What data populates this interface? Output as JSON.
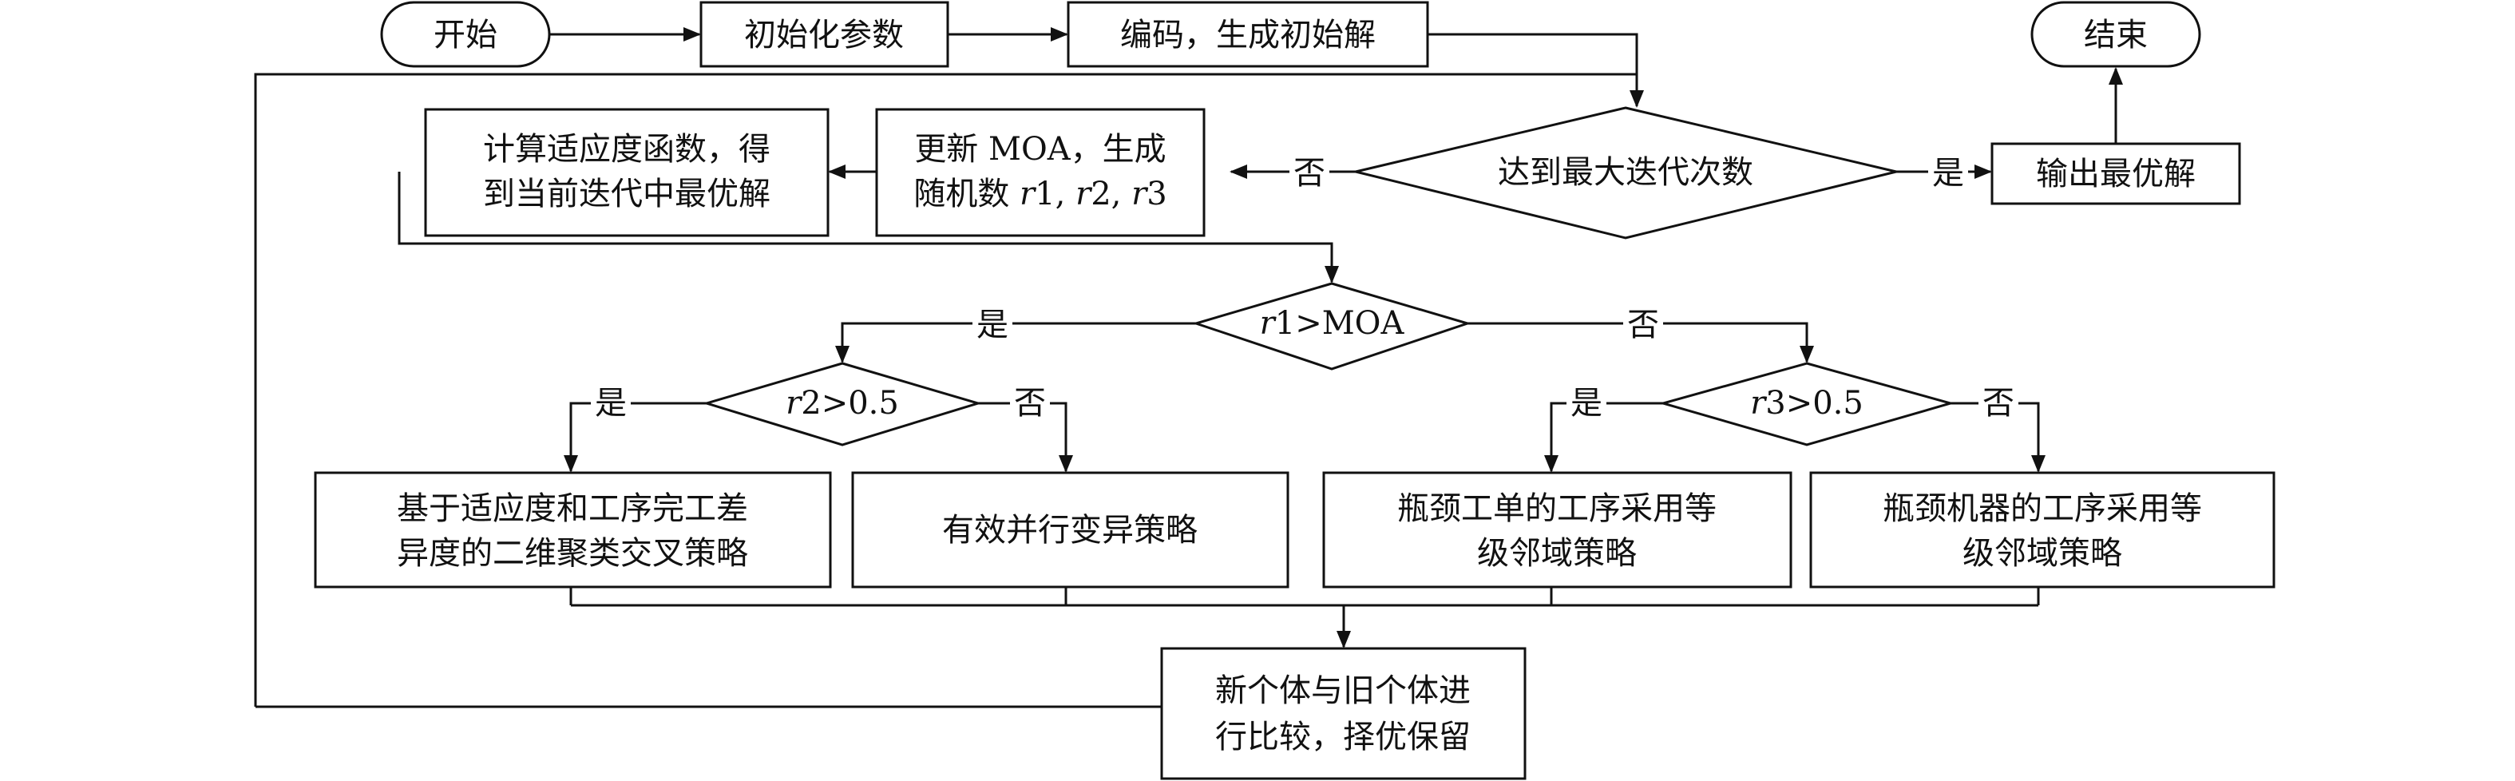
{
  "nodes": {
    "start": "开始",
    "init": "初始化参数",
    "encode": "编码，生成初始解",
    "end": "结束",
    "decision_max": "达到最大迭代次数",
    "output": "输出最优解",
    "update_l1": "更新 MOA，生成",
    "update_l2_a": "随机数 ",
    "update_r1": "r",
    "update_1": "1, ",
    "update_r2": "r",
    "update_2": "2, ",
    "update_r3": "r",
    "update_3": "3",
    "fitness_l1": "计算适应度函数，得",
    "fitness_l2": "到当前迭代中最优解",
    "d1_r": "r",
    "d1_rest": "1>MOA",
    "d2_r": "r",
    "d2_rest": "2>0.5",
    "d3_r": "r",
    "d3_rest": "3>0.5",
    "s1_l1": "基于适应度和工序完工差",
    "s1_l2": "异度的二维聚类交叉策略",
    "s2": "有效并行变异策略",
    "s3_l1": "瓶颈工单的工序采用等",
    "s3_l2": "级邻域策略",
    "s4_l1": "瓶颈机器的工序采用等",
    "s4_l2": "级邻域策略",
    "compare_l1": "新个体与旧个体进",
    "compare_l2": "行比较，择优保留"
  },
  "edge_labels": {
    "yes": "是",
    "no": "否"
  }
}
